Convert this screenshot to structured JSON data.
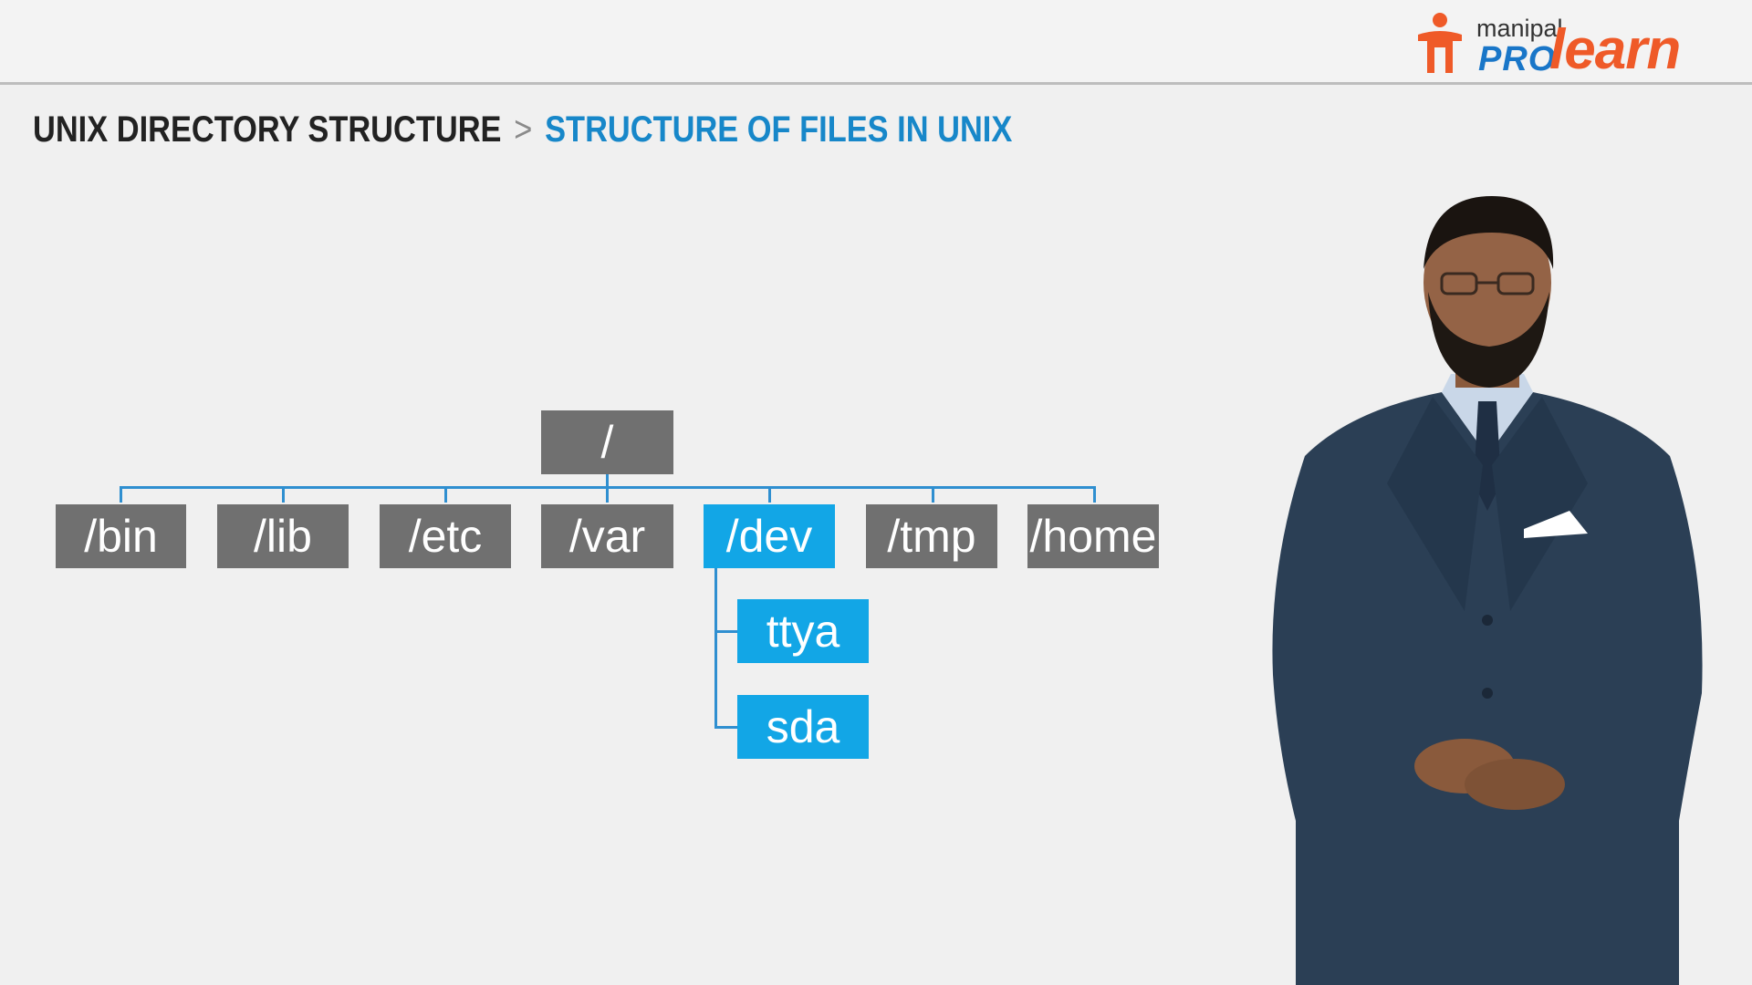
{
  "header": {
    "logo": {
      "brand_small": "manipal",
      "brand_pro": "PRO",
      "brand_learn": "learn"
    }
  },
  "breadcrumb": {
    "section": "UNIX DIRECTORY STRUCTURE",
    "separator": ">",
    "current": "STRUCTURE OF FILES IN UNIX"
  },
  "tree": {
    "root": "/",
    "children": [
      "/bin",
      "/lib",
      "/etc",
      "/var",
      "/dev",
      "/tmp",
      "/home"
    ],
    "highlighted": "/dev",
    "dev_children": [
      "ttya",
      "sda"
    ]
  },
  "colors": {
    "node_default": "#707070",
    "node_highlight": "#12a6e6",
    "connector": "#2f8fd0",
    "title_accent": "#1787c9",
    "brand_orange": "#ef5a28",
    "brand_blue": "#1976c8"
  }
}
